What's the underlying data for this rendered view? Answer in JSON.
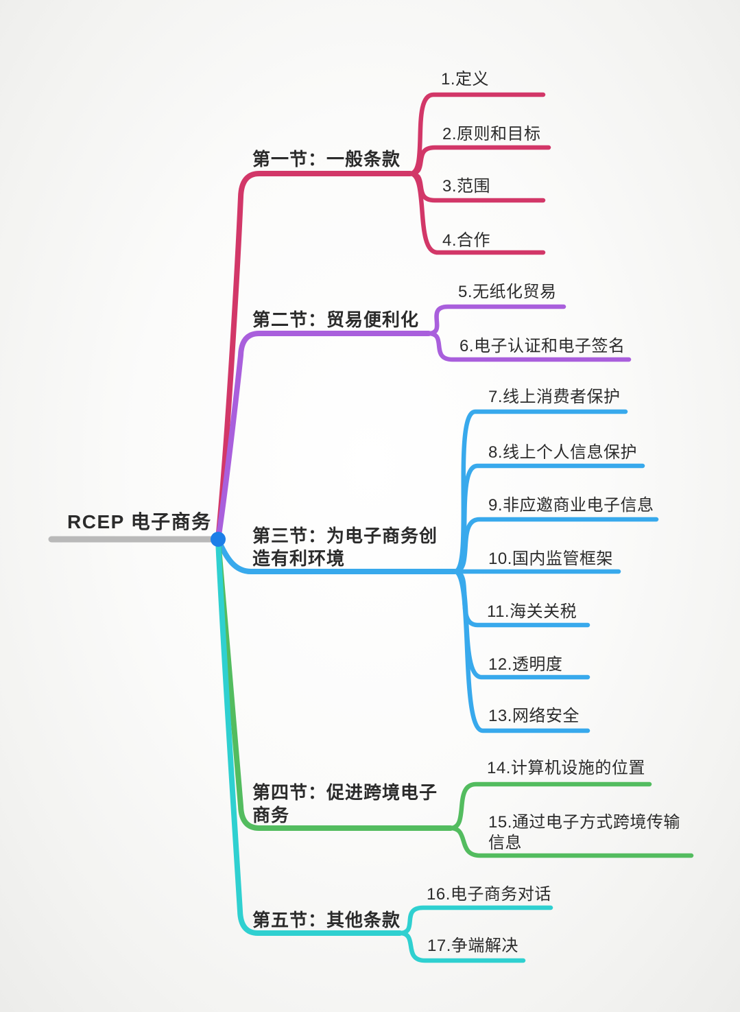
{
  "root": {
    "label": "RCEP 电子商务"
  },
  "branches": [
    {
      "label": "第一节：一般条款",
      "lines": [
        "第一节：一般条款"
      ],
      "color": "#D23768",
      "children": [
        {
          "label": "1.定义",
          "lines": [
            "1.定义"
          ]
        },
        {
          "label": "2.原则和目标",
          "lines": [
            "2.原则和目标"
          ]
        },
        {
          "label": "3.范围",
          "lines": [
            "3.范围"
          ]
        },
        {
          "label": "4.合作",
          "lines": [
            "4.合作"
          ]
        }
      ]
    },
    {
      "label": "第二节：贸易便利化",
      "lines": [
        "第二节：贸易便利化"
      ],
      "color": "#A95FDC",
      "children": [
        {
          "label": "5.无纸化贸易",
          "lines": [
            "5.无纸化贸易"
          ]
        },
        {
          "label": "6.电子认证和电子签名",
          "lines": [
            "6.电子认证和电子签名"
          ]
        }
      ]
    },
    {
      "label": "第三节：为电子商务创造有利环境",
      "lines": [
        "第三节：为电子商务创",
        "造有利环境"
      ],
      "color": "#38A9EC",
      "children": [
        {
          "label": "7.线上消费者保护",
          "lines": [
            "7.线上消费者保护"
          ]
        },
        {
          "label": "8.线上个人信息保护",
          "lines": [
            "8.线上个人信息保护"
          ]
        },
        {
          "label": "9.非应邀商业电子信息",
          "lines": [
            "9.非应邀商业电子信息"
          ]
        },
        {
          "label": "10.国内监管框架",
          "lines": [
            "10.国内监管框架"
          ]
        },
        {
          "label": "11.海关关税",
          "lines": [
            "11.海关关税"
          ]
        },
        {
          "label": "12.透明度",
          "lines": [
            "12.透明度"
          ]
        },
        {
          "label": "13.网络安全",
          "lines": [
            "13.网络安全"
          ]
        }
      ]
    },
    {
      "label": "第四节：促进跨境电子商务",
      "lines": [
        "第四节：促进跨境电子",
        "商务"
      ],
      "color": "#53BC5F",
      "children": [
        {
          "label": "14.计算机设施的位置",
          "lines": [
            "14.计算机设施的位置"
          ]
        },
        {
          "label": "15.通过电子方式跨境传输信息",
          "lines": [
            "15.通过电子方式跨境传输",
            "信息"
          ]
        }
      ]
    },
    {
      "label": "第五节：其他条款",
      "lines": [
        "第五节：其他条款"
      ],
      "color": "#2FD0D0",
      "children": [
        {
          "label": "16.电子商务对话",
          "lines": [
            "16.电子商务对话"
          ]
        },
        {
          "label": "17.争端解决",
          "lines": [
            "17.争端解决"
          ]
        }
      ]
    }
  ],
  "palette": {
    "root_line": "#B9B9B9",
    "root_dot": "#1D7EE8",
    "text": "#2B2B2B",
    "background": "#F3F3F1"
  }
}
